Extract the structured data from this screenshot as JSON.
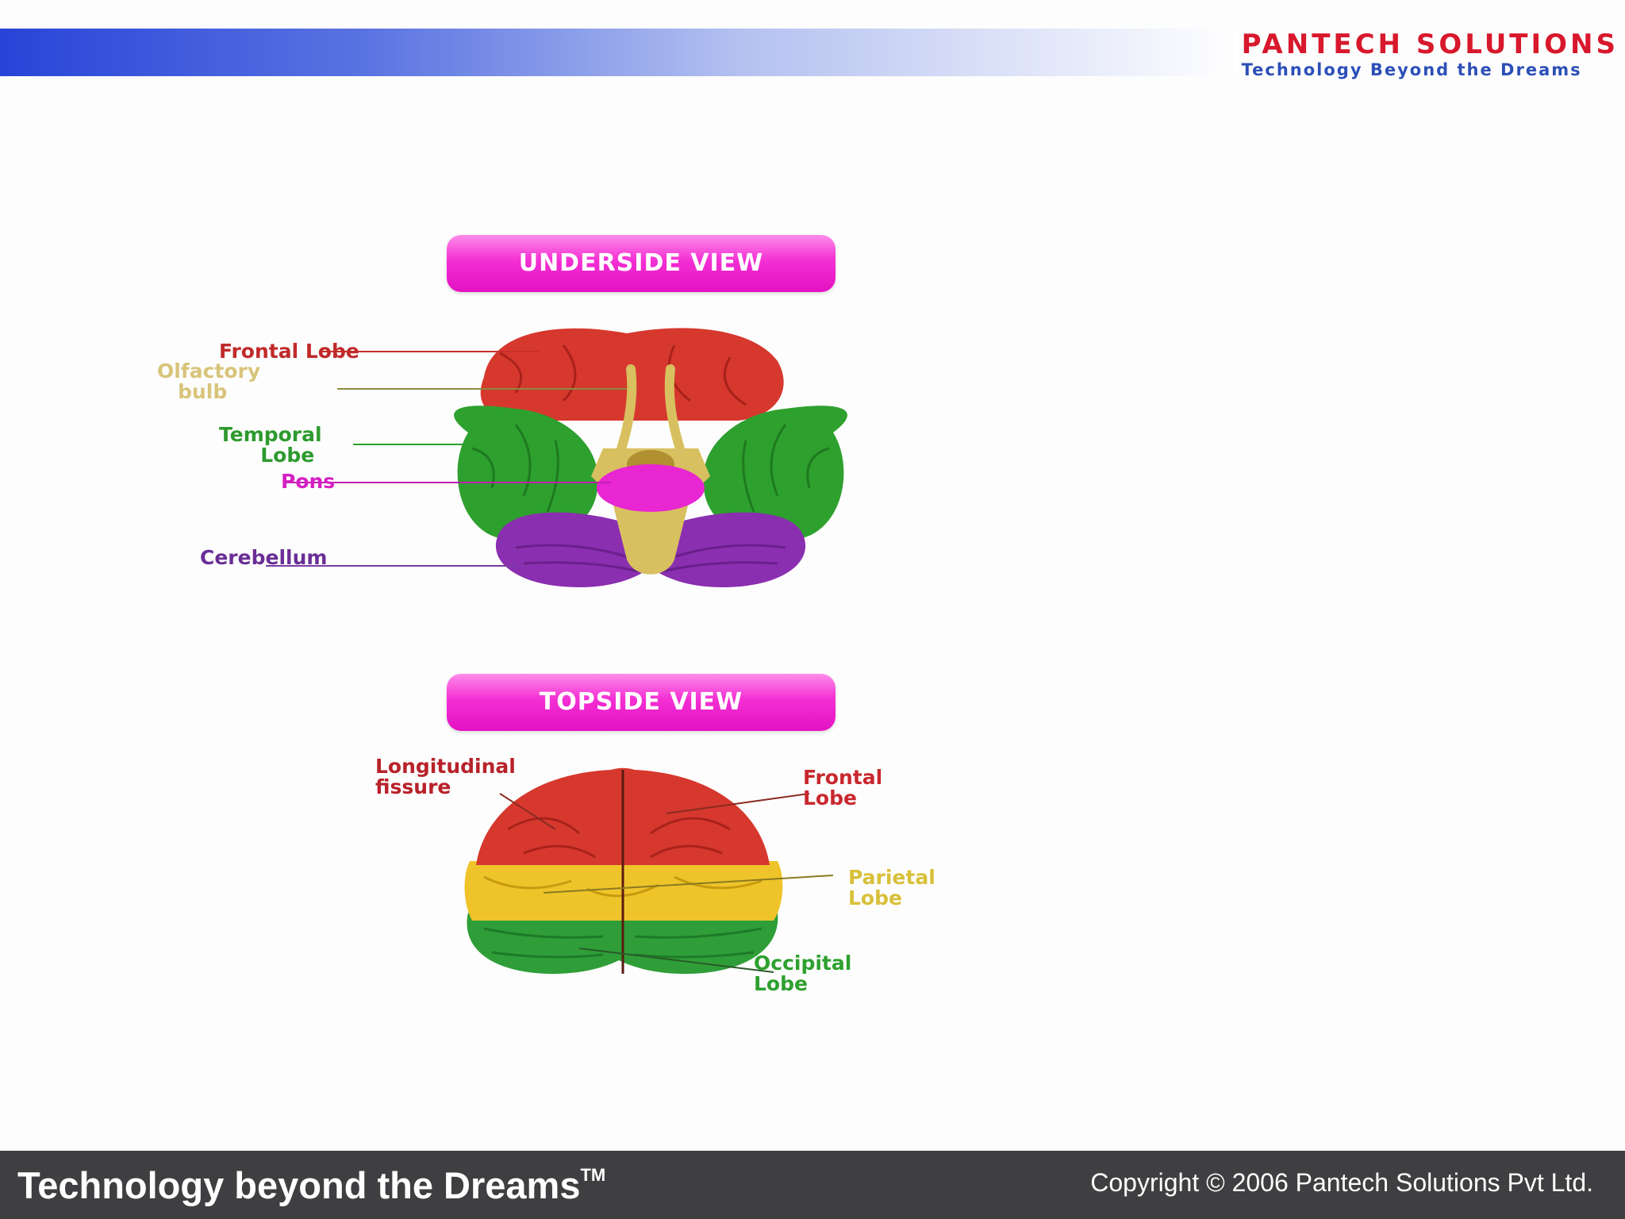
{
  "header": {
    "logo_name": "PANTECH SOLUTIONS",
    "logo_tagline": "Technology Beyond the Dreams"
  },
  "underside": {
    "title": "UNDERSIDE VIEW",
    "labels": {
      "frontal": "Frontal Lobe",
      "olfactory": "Olfactory\n   bulb",
      "temporal": "Temporal\n      Lobe",
      "pons": "Pons",
      "cerebellum": "Cerebellum"
    }
  },
  "topside": {
    "title": "TOPSIDE VIEW",
    "labels": {
      "fissure": "Longitudinal\nfissure",
      "frontal": "Frontal\nLobe",
      "parietal": "Parietal\nLobe",
      "occipital": "Occipital\nLobe"
    }
  },
  "colors": {
    "frontal": "#d6382e",
    "temporal": "#2ea02e",
    "cerebellum": "#8a2fb0",
    "pons": "#e826d2",
    "brainstem": "#d8c060",
    "parietal": "#efc42a",
    "occipital": "#2f9e38",
    "accent": "#f32fd3"
  },
  "footer": {
    "tagline": "Technology beyond the Dreams",
    "trademark": "TM",
    "copyright": "Copyright © 2006 Pantech Solutions Pvt Ltd."
  }
}
